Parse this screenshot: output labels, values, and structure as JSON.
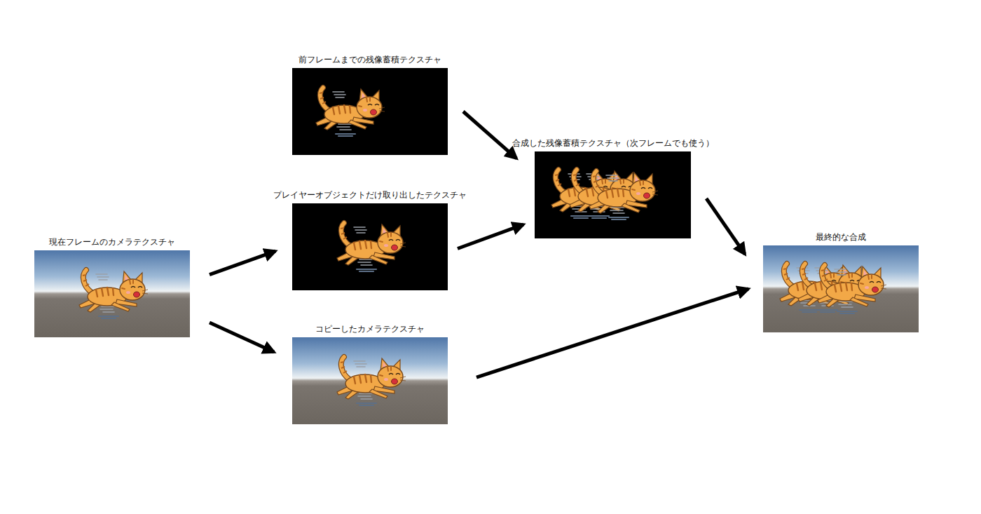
{
  "diagram": {
    "nodes": [
      {
        "text": [
          "現在フレームのカメラテクスチャ"
        ]
      },
      {
        "text": [
          "前フレームまでの残像蓄積テクスチャ"
        ]
      },
      {
        "text": [
          "プレイヤーオブジェクトだけ取り出したテクスチャ"
        ]
      },
      {
        "text": [
          "コピーしたカメラテクスチャ"
        ]
      },
      {
        "text": [
          "合成した残像蓄積テクスチャ（次フレームでも使う）"
        ]
      },
      {
        "text": [
          "最終的な合成"
        ]
      }
    ],
    "edges": [
      {
        "from": 0,
        "to": 2,
        "arrow": "to"
      },
      {
        "from": 0,
        "to": 3,
        "arrow": "to"
      },
      {
        "from": 1,
        "to": 4,
        "arrow": "to"
      },
      {
        "from": 2,
        "to": 4,
        "arrow": "to"
      },
      {
        "from": 4,
        "to": 5,
        "arrow": "to"
      },
      {
        "from": 3,
        "to": 5,
        "arrow": "to"
      }
    ]
  }
}
